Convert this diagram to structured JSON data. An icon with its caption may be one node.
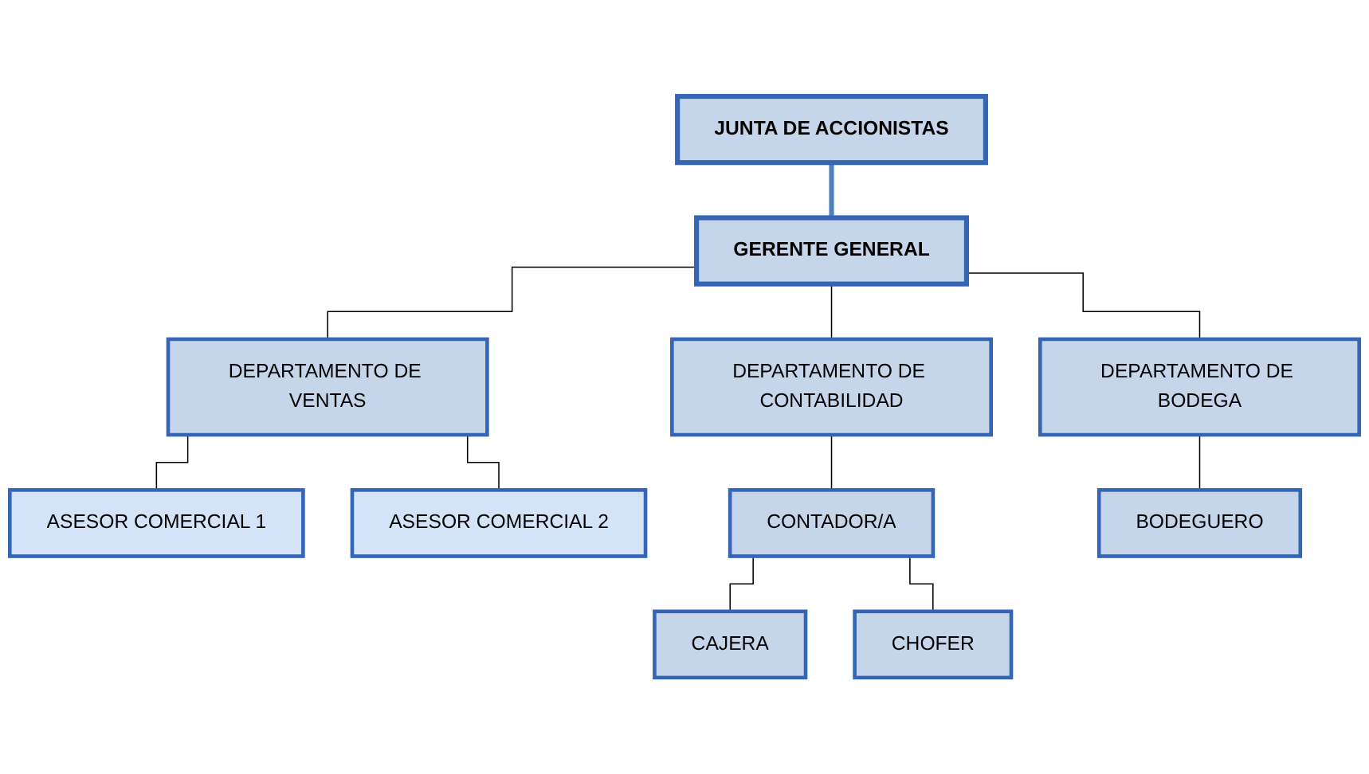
{
  "diagram": {
    "nodes": [
      {
        "text": [
          "JUNTA DE ACCIONISTAS"
        ]
      },
      {
        "text": [
          "GERENTE GENERAL"
        ]
      },
      {
        "text": [
          "DEPARTAMENTO DE VENTAS"
        ]
      },
      {
        "text": [
          "DEPARTAMENTO DE CONTABILIDAD"
        ]
      },
      {
        "text": [
          "DEPARTAMENTO DE BODEGA"
        ]
      },
      {
        "text": [
          "ASESOR COMERCIAL 1"
        ]
      },
      {
        "text": [
          "ASESOR COMERCIAL 2"
        ]
      },
      {
        "text": [
          "CONTADOR/A"
        ]
      },
      {
        "text": [
          "CAJERA"
        ]
      },
      {
        "text": [
          "CHOFER"
        ]
      },
      {
        "text": [
          "BODEGUERO"
        ]
      }
    ],
    "edges": [
      {
        "from": 0,
        "to": 1,
        "arrow": "none",
        "style": "thick",
        "color": "#4f81bd"
      },
      {
        "from": 1,
        "to": 2,
        "arrow": "none"
      },
      {
        "from": 1,
        "to": 3,
        "arrow": "none"
      },
      {
        "from": 1,
        "to": 4,
        "arrow": "none"
      },
      {
        "from": 2,
        "to": 5,
        "arrow": "none"
      },
      {
        "from": 2,
        "to": 6,
        "arrow": "none"
      },
      {
        "from": 3,
        "to": 7,
        "arrow": "none"
      },
      {
        "from": 7,
        "to": 8,
        "arrow": "none"
      },
      {
        "from": 7,
        "to": 9,
        "arrow": "none"
      },
      {
        "from": 4,
        "to": 10,
        "arrow": "none"
      }
    ]
  }
}
